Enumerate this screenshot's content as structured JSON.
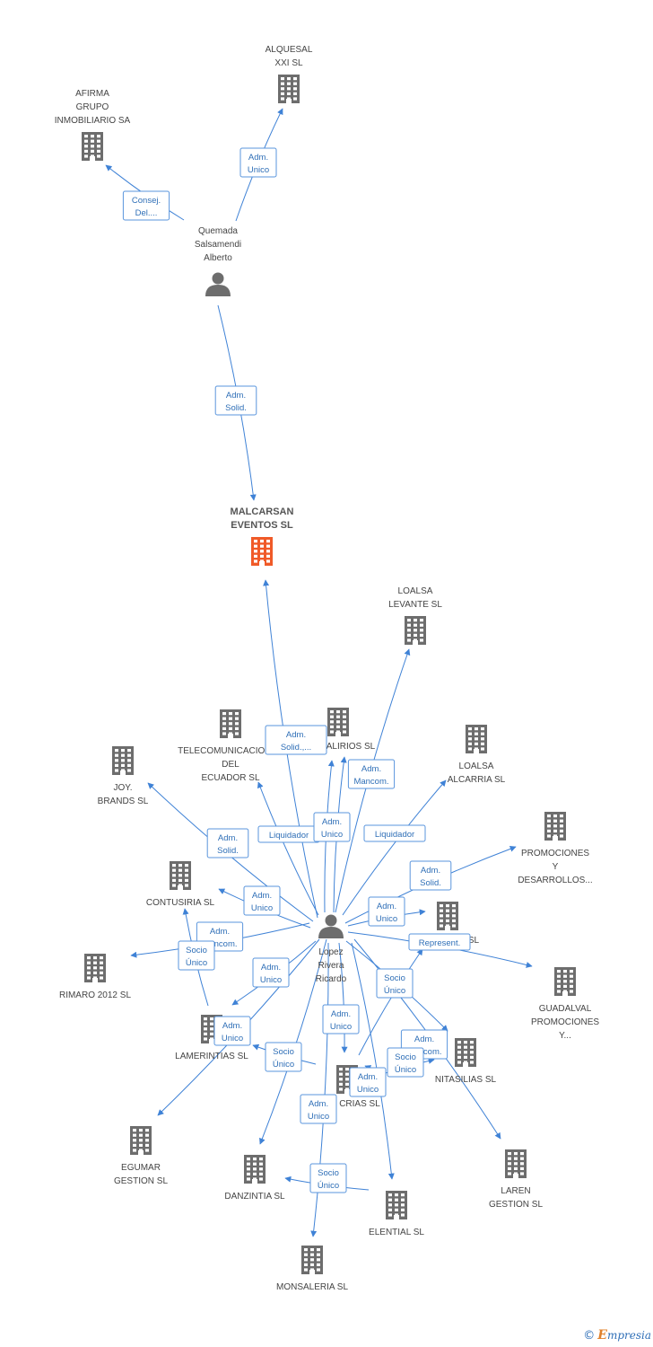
{
  "colors": {
    "edge": "#3f82d6",
    "company": "#6d6d6d",
    "focus_company": "#f05a28",
    "person": "#6d6d6d",
    "label_border": "#5a95dc",
    "label_text": "#2f6fb7"
  },
  "nodes": [
    {
      "id": "alquesal",
      "kind": "company",
      "label": [
        "ALQUESAL",
        "XXI SL"
      ]
    },
    {
      "id": "afirma",
      "kind": "company",
      "label": [
        "AFIRMA",
        "GRUPO",
        "INMOBILIARIO SA"
      ]
    },
    {
      "id": "quemada",
      "kind": "person",
      "label": [
        "Quemada",
        "Salsamendi",
        "Alberto"
      ]
    },
    {
      "id": "malcarsan",
      "kind": "focus",
      "label": [
        "MALCARSAN",
        "EVENTOS SL"
      ]
    },
    {
      "id": "loalsa_levante",
      "kind": "company",
      "label": [
        "LOALSA",
        "LEVANTE SL"
      ]
    },
    {
      "id": "telecom",
      "kind": "company",
      "label": [
        "TELECOMUNICACIONES",
        "DEL",
        "ECUADOR SL"
      ]
    },
    {
      "id": "alirios",
      "kind": "company",
      "label": [
        "ALIRIOS SL"
      ]
    },
    {
      "id": "loalsa_alcarria",
      "kind": "company",
      "label": [
        "LOALSA",
        "ALCARRIA SL"
      ]
    },
    {
      "id": "joy",
      "kind": "company",
      "label": [
        "JOY.",
        "BRANDS SL"
      ]
    },
    {
      "id": "promociones",
      "kind": "company",
      "label": [
        "PROMOCIONES",
        "Y",
        "DESARROLLOS..."
      ]
    },
    {
      "id": "contusiria",
      "kind": "company",
      "label": [
        "CONTUSIRIA SL"
      ]
    },
    {
      "id": "lopez",
      "kind": "person",
      "label": [
        "Lopez",
        "Rivera",
        "Ricardo"
      ]
    },
    {
      "id": "juana",
      "kind": "company",
      "label": [
        "UANA SL"
      ]
    },
    {
      "id": "rimaro",
      "kind": "company",
      "label": [
        "RIMARO 2012 SL"
      ]
    },
    {
      "id": "guadalval",
      "kind": "company",
      "label": [
        "GUADALVAL",
        "PROMOCIONES",
        "Y..."
      ]
    },
    {
      "id": "lamerintias",
      "kind": "company",
      "label": [
        "LAMERINTIAS SL"
      ]
    },
    {
      "id": "crias",
      "kind": "company",
      "label": [
        "CRIAS SL"
      ]
    },
    {
      "id": "nitasilias",
      "kind": "company",
      "label": [
        "NITASILIAS SL"
      ]
    },
    {
      "id": "egumar",
      "kind": "company",
      "label": [
        "EGUMAR",
        "GESTION SL"
      ]
    },
    {
      "id": "laren",
      "kind": "company",
      "label": [
        "LAREN",
        "GESTION SL"
      ]
    },
    {
      "id": "danzintia",
      "kind": "company",
      "label": [
        "DANZINTIA SL"
      ]
    },
    {
      "id": "elential",
      "kind": "company",
      "label": [
        "ELENTIAL SL"
      ]
    },
    {
      "id": "monsaleria",
      "kind": "company",
      "label": [
        "MONSALERIA SL"
      ]
    }
  ],
  "edges": [
    {
      "from": "quemada",
      "to": "alquesal",
      "label": [
        "Adm.",
        "Unico"
      ]
    },
    {
      "from": "quemada",
      "to": "afirma",
      "label": [
        "Consej.",
        "Del...."
      ]
    },
    {
      "from": "quemada",
      "to": "malcarsan",
      "label": [
        "Adm.",
        "Solid."
      ]
    },
    {
      "from": "lopez",
      "to": "malcarsan",
      "label": [
        "Adm.",
        "Solid.,..."
      ]
    },
    {
      "from": "lopez",
      "to": "alirios",
      "label": [
        "Adm.",
        "Mancom."
      ]
    },
    {
      "from": "lopez",
      "to": "loalsa_levante",
      "label": []
    },
    {
      "from": "lopez",
      "to": "telecom",
      "label": [
        "Liquidador"
      ]
    },
    {
      "from": "lopez",
      "to": "alirios",
      "label": [
        "Adm.",
        "Unico"
      ]
    },
    {
      "from": "lopez",
      "to": "loalsa_alcarria",
      "label": [
        "Liquidador"
      ]
    },
    {
      "from": "lopez",
      "to": "joy",
      "label": [
        "Adm.",
        "Solid."
      ]
    },
    {
      "from": "lopez",
      "to": "promociones",
      "label": [
        "Adm.",
        "Solid."
      ]
    },
    {
      "from": "lopez",
      "to": "contusiria",
      "label": [
        "Adm.",
        "Unico"
      ]
    },
    {
      "from": "lopez",
      "to": "juana",
      "label": [
        "Adm.",
        "Unico"
      ]
    },
    {
      "from": "lopez",
      "to": "rimaro",
      "label": [
        "Adm.",
        "Mancom."
      ]
    },
    {
      "from": "lopez",
      "to": "contusiria",
      "label": [
        "Socio",
        "Único"
      ]
    },
    {
      "from": "lopez",
      "to": "guadalval",
      "label": [
        "Represent."
      ]
    },
    {
      "from": "lopez",
      "to": "lamerintias",
      "label": [
        "Adm.",
        "Unico"
      ]
    },
    {
      "from": "lopez",
      "to": "lamerintias",
      "label": [
        "Adm.",
        "Unico"
      ]
    },
    {
      "from": "lopez",
      "to": "juana",
      "label": [
        "Socio",
        "Único"
      ]
    },
    {
      "from": "lopez",
      "to": "nitasilias",
      "label": [
        "Adm.",
        "Mancom."
      ]
    },
    {
      "from": "lopez",
      "to": "crias",
      "label": [
        "Adm.",
        "Unico"
      ]
    },
    {
      "from": "lopez",
      "to": "lamerintias",
      "label": [
        "Socio",
        "Único"
      ]
    },
    {
      "from": "lopez",
      "to": "egumar",
      "label": []
    },
    {
      "from": "lopez",
      "to": "laren",
      "label": []
    },
    {
      "from": "lopez",
      "to": "nitasilias",
      "label": [
        "Socio",
        "Único"
      ]
    },
    {
      "from": "lopez",
      "to": "crias",
      "label": [
        "Adm.",
        "Unico"
      ]
    },
    {
      "from": "lopez",
      "to": "danzintia",
      "label": [
        "Adm.",
        "Unico"
      ]
    },
    {
      "from": "lopez",
      "to": "elential",
      "label": []
    },
    {
      "from": "lopez",
      "to": "danzintia",
      "label": [
        "Socio",
        "Único"
      ]
    },
    {
      "from": "lopez",
      "to": "monsaleria",
      "label": []
    }
  ],
  "footer": {
    "copyright": "©",
    "brand_initial": "E",
    "brand_rest": "mpresia"
  }
}
